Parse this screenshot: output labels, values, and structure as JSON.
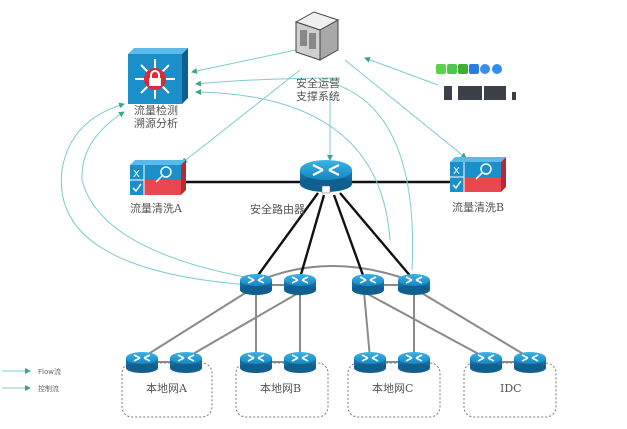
{
  "nodes": {
    "soc": {
      "label_line1": "安全运营",
      "label_line2": "支撑系统",
      "icon": "server-icon"
    },
    "detection": {
      "label_line1": "流量检测",
      "label_line2": "溯源分析",
      "icon": "security-switch-icon"
    },
    "cleaning_a": {
      "label": "流量清洗A",
      "icon": "firewall-icon"
    },
    "cleaning_b": {
      "label": "流量清洗B",
      "icon": "firewall-icon"
    },
    "secure_router": {
      "label": "安全路由器",
      "icon": "router-lock-icon"
    },
    "terminals": {
      "icon": "app-devices-icon",
      "apps": [
        "messages",
        "phone",
        "wechat",
        "mail",
        "safari",
        "appstore"
      ]
    }
  },
  "zones": [
    {
      "label": "本地网A"
    },
    {
      "label": "本地网B"
    },
    {
      "label": "本地网C"
    },
    {
      "label": "IDC"
    }
  ],
  "legend": [
    {
      "label": "Flow流",
      "color": "#3aa58a"
    },
    {
      "label": "控制流",
      "color": "#3aa58a"
    }
  ],
  "colors": {
    "router_blue": "#1a8fc9",
    "control_line": "#7fc8d4",
    "link_black": "#111111",
    "link_gray": "#8a8a8a",
    "firewall_red": "#e8474f"
  }
}
